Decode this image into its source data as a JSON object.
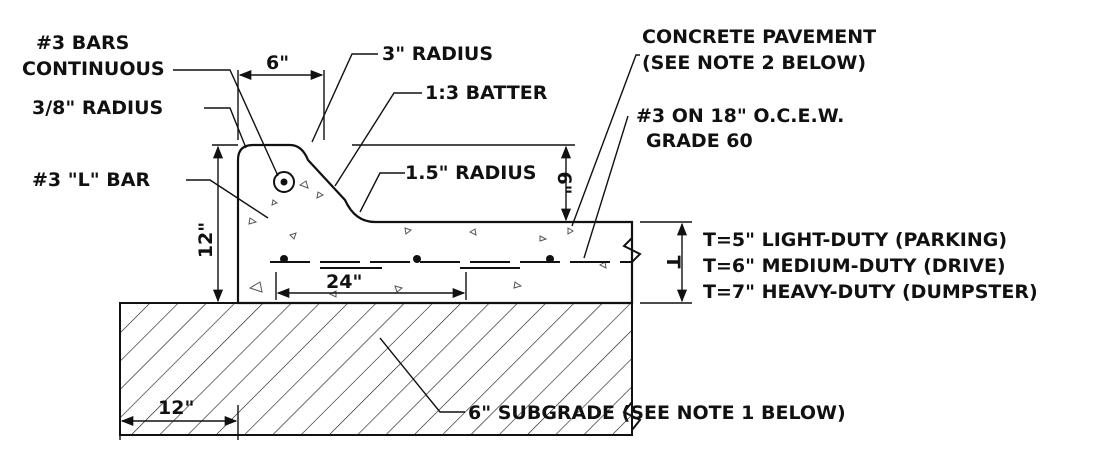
{
  "labels": {
    "bars_continuous_line1": "#3 BARS",
    "bars_continuous_line2": "CONTINUOUS",
    "dim_curb_width": "6\"",
    "radius_3in": "3\" RADIUS",
    "radius_3_8in": "3/8\" RADIUS",
    "batter": "1:3 BATTER",
    "l_bar": "#3 \"L\" BAR",
    "radius_1_5in": "1.5\" RADIUS",
    "dim_curb_rise": "6\"",
    "dim_curb_height": "12\"",
    "concrete_pavement_line1": "CONCRETE PAVEMENT",
    "concrete_pavement_line2": "(SEE NOTE 2 BELOW)",
    "rebar_spacing_line1": "#3 ON 18\" O.C.E.W.",
    "rebar_spacing_line2": "GRADE 60",
    "dim_thickness": "T",
    "thickness_light": "T=5\" LIGHT-DUTY (PARKING)",
    "thickness_medium": "T=6\" MEDIUM-DUTY (DRIVE)",
    "thickness_heavy": "T=7\" HEAVY-DUTY (DUMPSTER)",
    "dim_lap": "24\"",
    "dim_subgrade_extension": "12\"",
    "subgrade": "6\" SUBGRADE (SEE NOTE 1 BELOW)"
  },
  "colors": {
    "line": "#111111",
    "background": "#ffffff"
  }
}
